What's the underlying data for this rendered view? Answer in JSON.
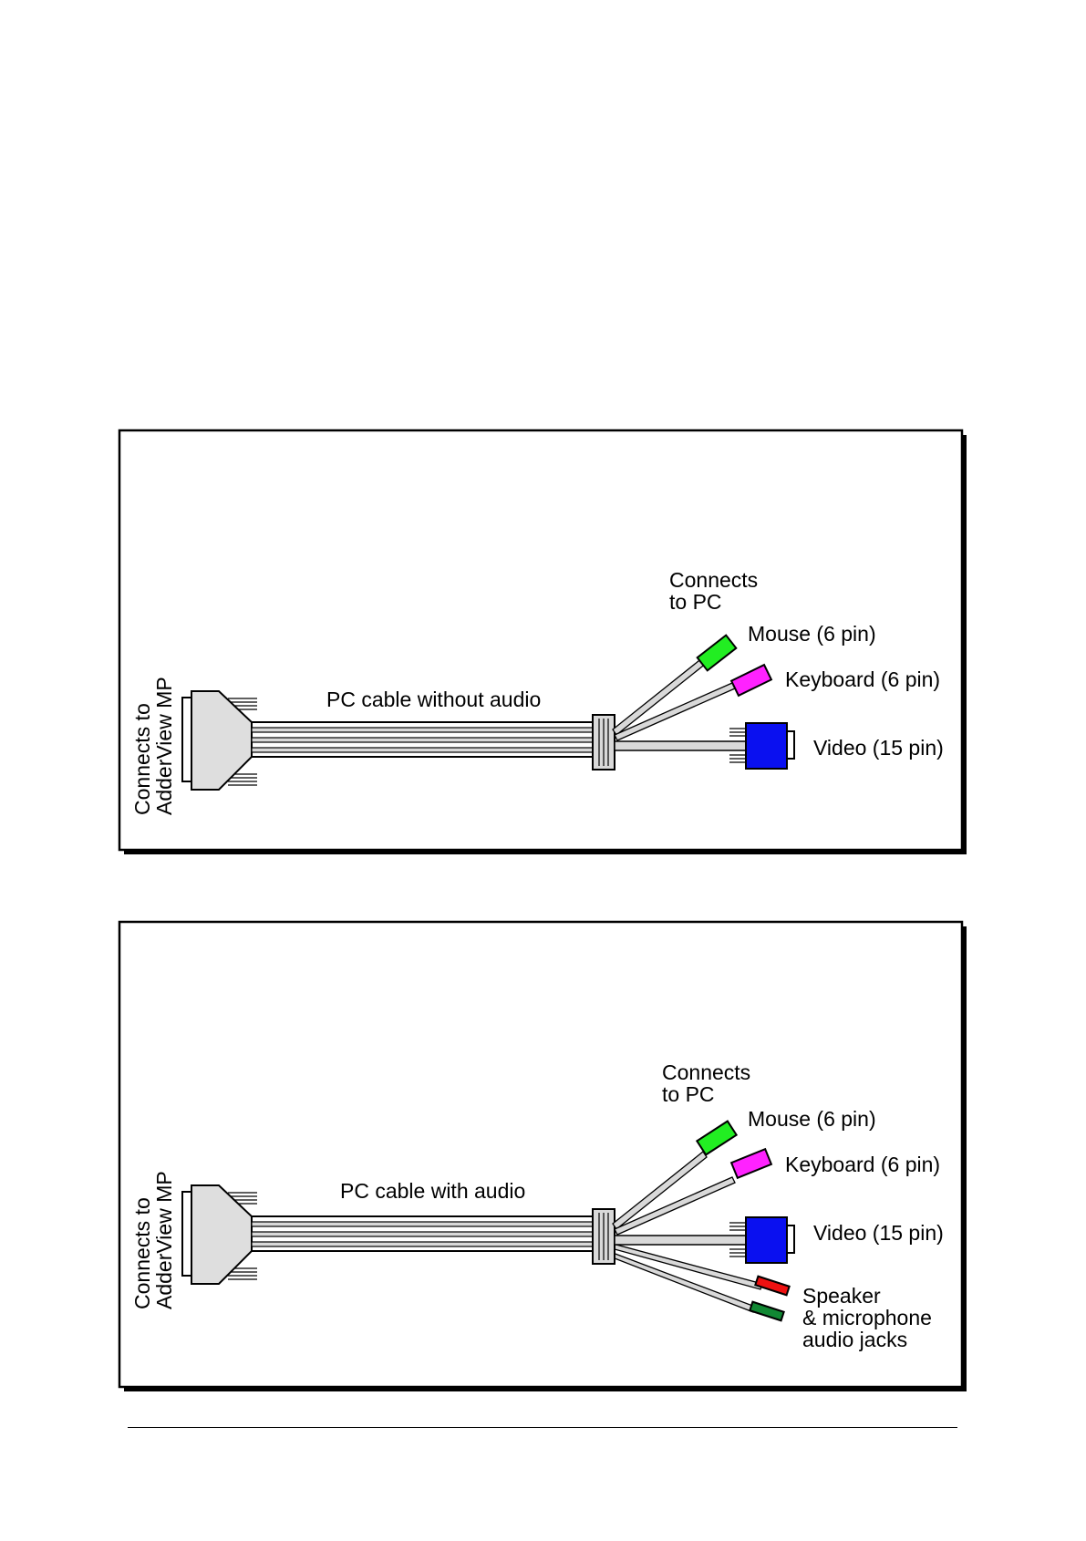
{
  "colors": {
    "mouse": "#22ee22",
    "keyboard": "#ff22ff",
    "video": "#0a10f0",
    "speaker": "#ee1111",
    "microphone": "#118833",
    "cable_fill": "#d9d9d9",
    "connector_fill": "#dedede"
  },
  "diagram1": {
    "caption": "PC cable without audio",
    "left_label_line1": "Connects to",
    "left_label_line2": "AdderView MP",
    "pc_label_line1": "Connects",
    "pc_label_line2": "to PC",
    "mouse_label": "Mouse (6 pin)",
    "keyboard_label": "Keyboard (6 pin)",
    "video_label": "Video (15 pin)"
  },
  "diagram2": {
    "caption": "PC cable with audio",
    "left_label_line1": "Connects to",
    "left_label_line2": "AdderView MP",
    "pc_label_line1": "Connects",
    "pc_label_line2": "to PC",
    "mouse_label": "Mouse (6 pin)",
    "keyboard_label": "Keyboard (6 pin)",
    "video_label": "Video (15 pin)",
    "audio_label_line1": "Speaker",
    "audio_label_line2": "& microphone",
    "audio_label_line3": "audio jacks"
  }
}
